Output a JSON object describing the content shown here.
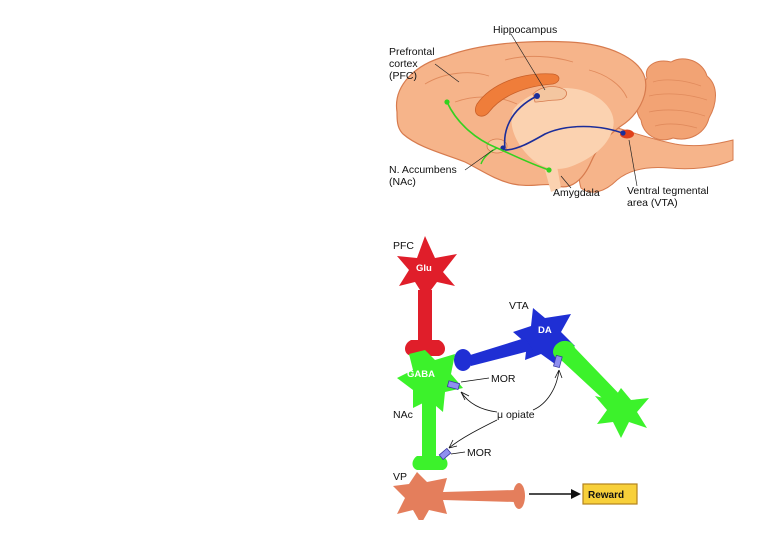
{
  "brain": {
    "labels": {
      "pfc_line1": "Prefrontal",
      "pfc_line2": "cortex",
      "pfc_line3": "(PFC)",
      "hippocampus": "Hippocampus",
      "nac_line1": "N. Accumbens",
      "nac_line2": "(NAc)",
      "amygdala": "Amygdala",
      "vta_line1": "Ventral tegmental",
      "vta_line2": "area (VTA)"
    },
    "colors": {
      "tissue": "#f6b48a",
      "tissue_light": "#fbd2b0",
      "outline": "#d77b4e",
      "cerebellum": "#f2a374",
      "dopamine_path": "#1b2d9a",
      "glutamate_path": "#34d11f",
      "vta_dot": "#e0401a"
    }
  },
  "circuit": {
    "labels": {
      "pfc": "PFC",
      "glu": "Glu",
      "vta": "VTA",
      "da": "DA",
      "gaba": "GABA",
      "nac": "NAc",
      "mor_top": "MOR",
      "mu_opiate": "μ opiate",
      "mor_bottom": "MOR",
      "vp": "VP",
      "reward": "Reward"
    },
    "colors": {
      "glu_neuron": "#e01e2a",
      "da_neuron": "#1f2fd4",
      "gaba_neuron": "#3cf22b",
      "vp_neuron": "#e47e5c",
      "receptor": "#8f8ff0",
      "reward_box": "#f8d03a",
      "reward_border": "#b3831d"
    }
  }
}
